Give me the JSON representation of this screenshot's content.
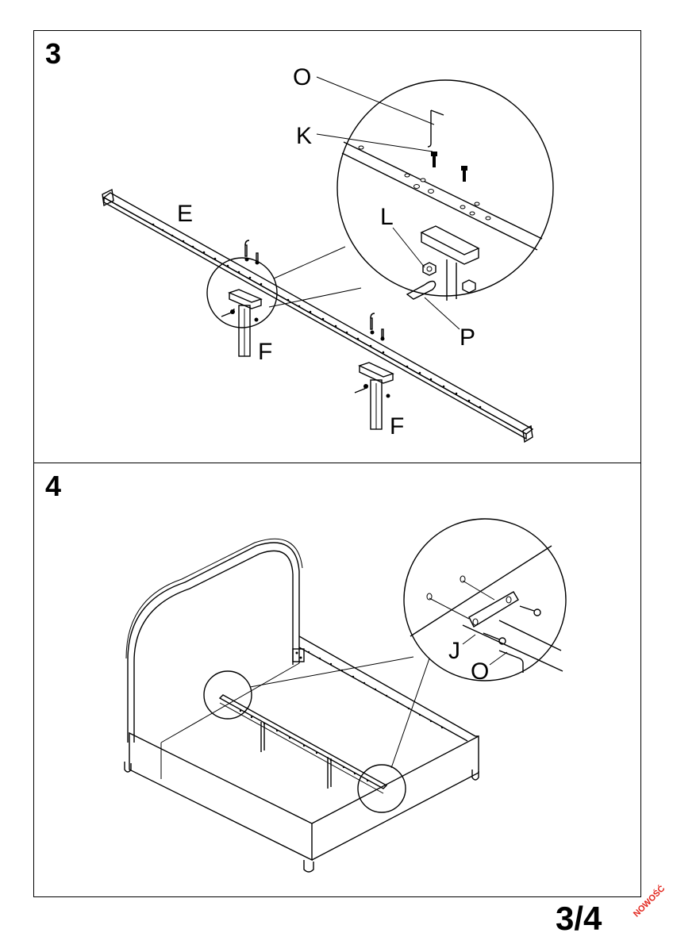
{
  "steps": [
    {
      "number": "3",
      "labels": {
        "o": "O",
        "k": "K",
        "e": "E",
        "l": "L",
        "p": "P",
        "f1": "F",
        "f2": "F"
      }
    },
    {
      "number": "4",
      "labels": {
        "j": "J",
        "o": "O"
      }
    }
  ],
  "footer": {
    "page": "3/4",
    "stamp": "NOWOŚĆ"
  }
}
